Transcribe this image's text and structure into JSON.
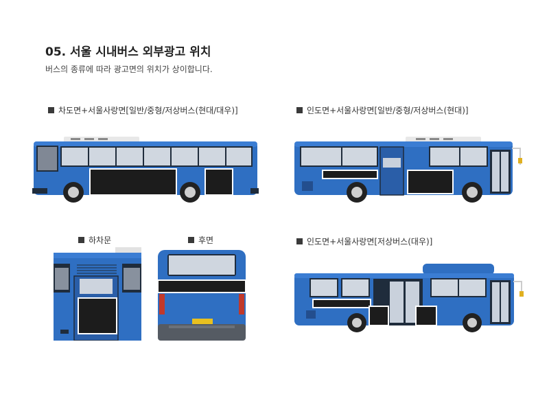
{
  "header": {
    "title": "05. 서울 시내버스 외부광고 위치",
    "subtitle": "버스의 종류에 따라 광고면의 위치가 상이합니다."
  },
  "captions": {
    "side_driver": "차도면+서울사랑면[일반/중형/저상버스(현대/대우)]",
    "side_sidewalk_hyundai": "인도면+서울사랑면[일반/중형/저상버스(현대)]",
    "rear_door": "하차문",
    "rear": "후면",
    "side_sidewalk_daewoo": "인도면+서울사랑면[저상버스(대우)]"
  },
  "colors": {
    "bus_body": "#2f6fc2",
    "ad_panel": "#1c1c1c",
    "ad_border": "#ffffff",
    "bullet": "#3a3a3a"
  }
}
